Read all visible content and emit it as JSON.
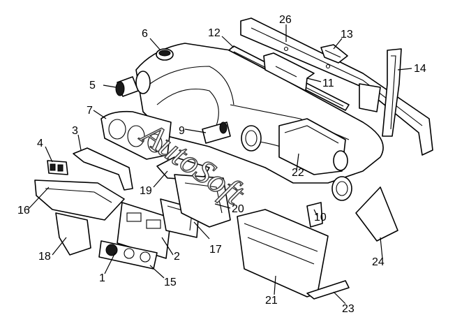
{
  "watermark": "AutoSoft",
  "labels": [
    {
      "id": "p1",
      "text": "1"
    },
    {
      "id": "p2",
      "text": "2"
    },
    {
      "id": "p3",
      "text": "3"
    },
    {
      "id": "p4",
      "text": "4"
    },
    {
      "id": "p5",
      "text": "5"
    },
    {
      "id": "p6",
      "text": "6"
    },
    {
      "id": "p7",
      "text": "7"
    },
    {
      "id": "p9",
      "text": "9"
    },
    {
      "id": "p10",
      "text": "10"
    },
    {
      "id": "p11",
      "text": "11"
    },
    {
      "id": "p12",
      "text": "12"
    },
    {
      "id": "p13",
      "text": "13"
    },
    {
      "id": "p14",
      "text": "14"
    },
    {
      "id": "p15",
      "text": "15"
    },
    {
      "id": "p16",
      "text": "16"
    },
    {
      "id": "p17",
      "text": "17"
    },
    {
      "id": "p18",
      "text": "18"
    },
    {
      "id": "p19",
      "text": "19"
    },
    {
      "id": "p20",
      "text": "20"
    },
    {
      "id": "p21",
      "text": "21"
    },
    {
      "id": "p22",
      "text": "22"
    },
    {
      "id": "p23",
      "text": "23"
    },
    {
      "id": "p24",
      "text": "24"
    },
    {
      "id": "p26",
      "text": "26"
    }
  ]
}
